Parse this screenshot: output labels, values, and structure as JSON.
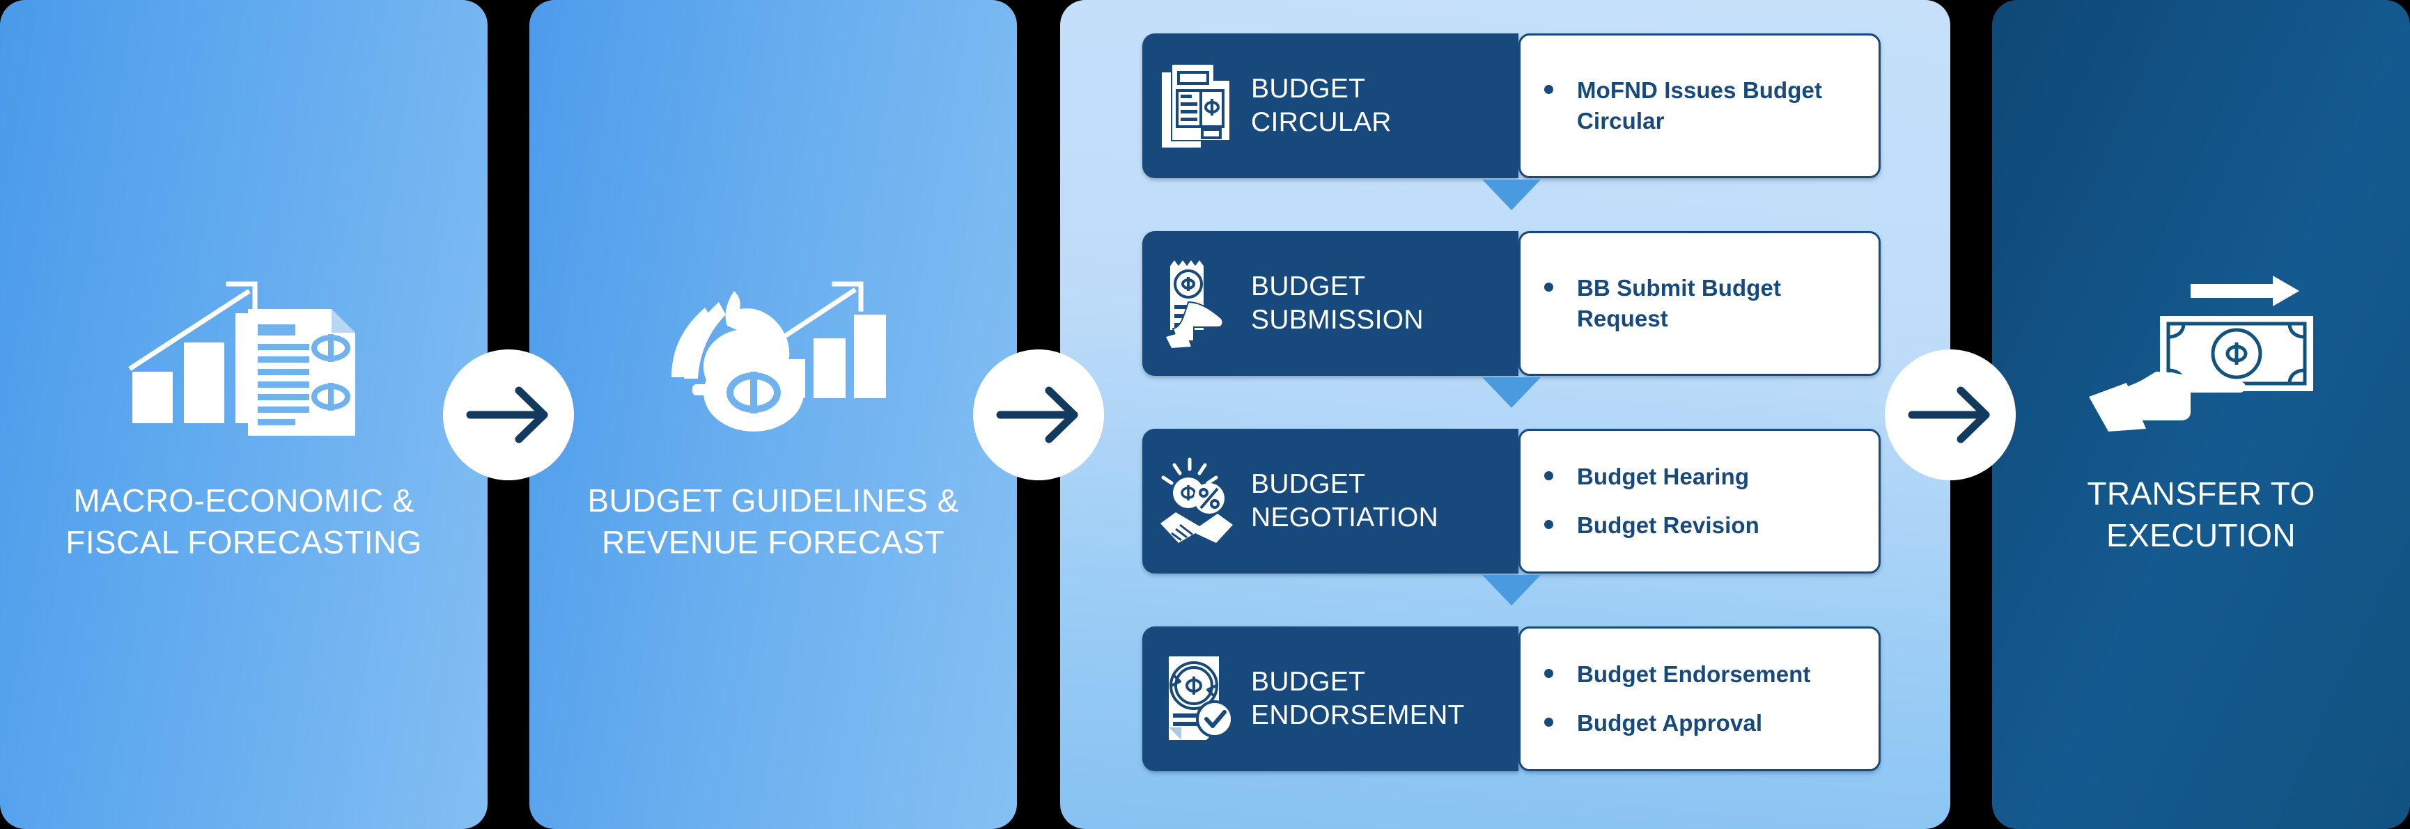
{
  "stages": [
    {
      "id": "macro-economic-fiscal-forecasting",
      "caption": "MACRO-ECONOMIC &\nFISCAL FORECASTING",
      "icon": "bar-chart-growth-document-dollar-icon"
    },
    {
      "id": "budget-guidelines-revenue-forecast",
      "caption": "BUDGET GUIDELINES &\nREVENUE FORECAST",
      "icon": "chess-knight-bar-chart-dollar-coin-icon"
    },
    {
      "id": "transfer-to-execution",
      "caption": "TRANSFER TO\nEXECUTION",
      "icon": "hand-holding-banknote-arrow-icon"
    }
  ],
  "connectors": {
    "icon": "arrow-right-icon",
    "count": 3
  },
  "step_connector_icon": "triangle-down-icon",
  "cards": [
    {
      "title": "BUDGET\nCIRCULAR",
      "icon": "budget-circular-document-icon",
      "bullets": [
        "MoFND Issues\nBudget Circular"
      ]
    },
    {
      "title": "BUDGET\nSUBMISSION",
      "icon": "hand-holding-receipt-dollar-icon",
      "bullets": [
        "BB Submit Budget\nRequest"
      ]
    },
    {
      "title": "BUDGET\nNEGOTIATION",
      "icon": "handshake-coin-percent-icon",
      "bullets": [
        "Budget Hearing",
        "Budget Revision"
      ]
    },
    {
      "title": "BUDGET\nENDORSEMENT",
      "icon": "document-dollar-check-icon",
      "bullets": [
        "Budget Endorsement",
        "Budget Approval"
      ]
    }
  ],
  "colors": {
    "card_navy": "#17497c",
    "panel_dark_navy": "#11527f",
    "panel_blue": "#4a9aea",
    "panel_light_blue": "#c6e0fa",
    "triangle_blue": "#4a9ae0",
    "arrow_navy": "#123a5e",
    "white": "#ffffff",
    "background": "#000000"
  }
}
